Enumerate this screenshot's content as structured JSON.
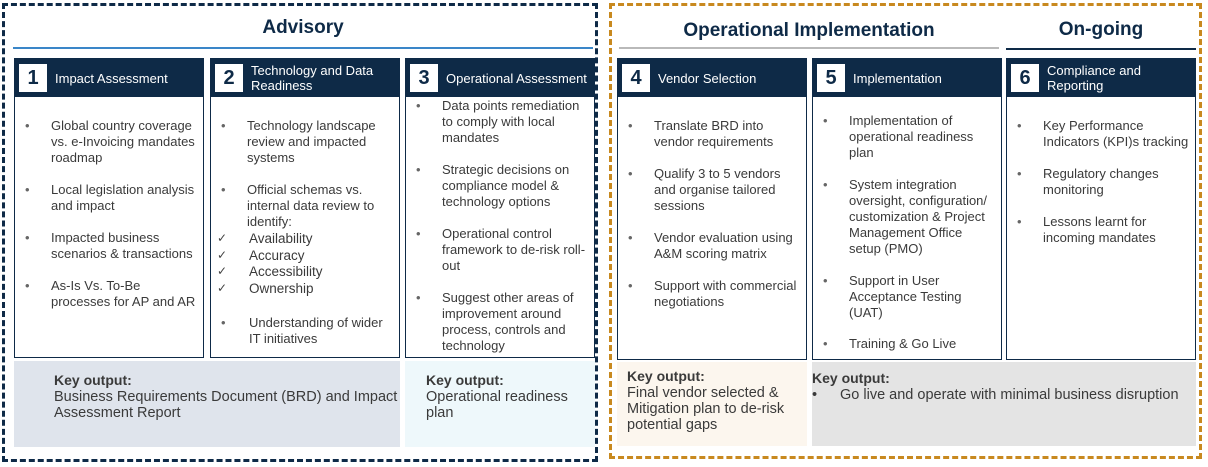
{
  "sections": {
    "advisory": "Advisory",
    "operational": "Operational Implementation",
    "ongoing": "On-going"
  },
  "colors": {
    "navy": "#0e2a47",
    "gold": "#c8891f",
    "light_blue": "#3a86c8",
    "output_grey_blue": "#dfe4ec",
    "output_light_blue": "#eef8fb",
    "output_cream": "#fcf6ee",
    "output_grey": "#e4e4e4"
  },
  "columns": [
    {
      "number": "1",
      "title": "Impact Assessment",
      "items": [
        "Global country coverage vs. e-Invoicing mandates roadmap",
        "Local legislation analysis and impact",
        "Impacted business scenarios & transactions",
        "As-Is Vs. To-Be processes for AP and AR"
      ]
    },
    {
      "number": "2",
      "title": "Technology and Data Readiness",
      "items": [
        "Technology landscape review and impacted systems",
        "Official schemas vs. internal data review to identify:"
      ],
      "checks": [
        "Availability",
        "Accuracy",
        "Accessibility",
        "Ownership"
      ],
      "final_item": "Understanding of wider IT initiatives"
    },
    {
      "number": "3",
      "title": "Operational Assessment",
      "items": [
        "Data points remediation to comply with local mandates",
        "Strategic decisions on compliance model & technology options",
        "Operational control framework to de-risk roll-out",
        "Suggest other areas of improvement around process, controls and technology"
      ]
    },
    {
      "number": "4",
      "title": "Vendor Selection",
      "items": [
        "Translate BRD into vendor requirements",
        "Qualify 3 to 5 vendors and organise tailored sessions",
        "Vendor evaluation using A&M scoring matrix",
        "Support with commercial negotiations"
      ]
    },
    {
      "number": "5",
      "title": "Implementation",
      "items": [
        "Implementation of operational readiness plan",
        "System integration oversight, configuration/ customization & Project Management Office setup (PMO)",
        "Support in User Acceptance Testing (UAT)",
        "Training & Go Live"
      ]
    },
    {
      "number": "6",
      "title": "Compliance and Reporting",
      "items": [
        "Key Performance Indicators (KPI)s tracking",
        "Regulatory changes monitoring",
        "Lessons learnt for incoming mandates"
      ]
    }
  ],
  "outputs": [
    {
      "label": "Key output:",
      "text": "Business Requirements Document (BRD) and Impact Assessment Report"
    },
    {
      "label": "Key output:",
      "text": "Operational readiness plan"
    },
    {
      "label": "Key output:",
      "text": "Final vendor selected & Mitigation plan to de-risk potential gaps"
    },
    {
      "label": "Key output:",
      "text": "Go live and operate with minimal business disruption"
    }
  ],
  "bullet_symbol": "•",
  "check_symbol": "✓"
}
